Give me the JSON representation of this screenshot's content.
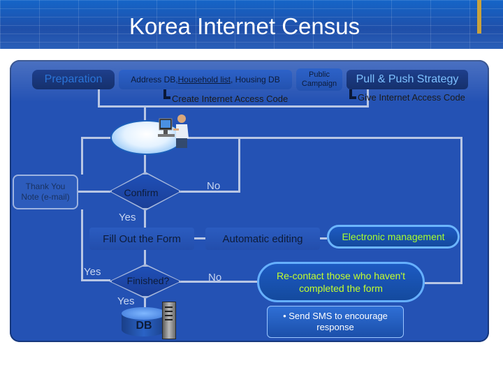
{
  "header": {
    "title": "Korea Internet Census"
  },
  "prep": {
    "label": "Preparation"
  },
  "db_sources": {
    "prefix": "Address DB, ",
    "underlined": "Household list",
    "suffix": ", Housing DB"
  },
  "campaign": {
    "line1": "Public",
    "line2": "Campaign"
  },
  "create_code": {
    "label": "Create Internet Access Code"
  },
  "strategy": {
    "label": "Pull & Push Strategy"
  },
  "give_code": {
    "label": "Give Internet Access Code"
  },
  "thanks": {
    "line1": "Thank You",
    "line2": "Note (e-mail)"
  },
  "confirm": {
    "label": "Confirm",
    "no": "No",
    "yes": "Yes"
  },
  "fill": {
    "label": "Fill Out the Form"
  },
  "auto_edit": {
    "label": "Automatic editing"
  },
  "electronic": {
    "label": "Electronic management"
  },
  "finished": {
    "label": "Finished?",
    "no": "No",
    "yes": "Yes",
    "yes_left": "Yes"
  },
  "recontact": {
    "line1": "Re-contact those who haven't",
    "line2": "completed the form"
  },
  "sms": {
    "line1": "• Send SMS to encourage",
    "line2": "response"
  },
  "db": {
    "label": "DB"
  },
  "icons": [
    "person-computer-icon",
    "database-icon",
    "server-icon"
  ]
}
